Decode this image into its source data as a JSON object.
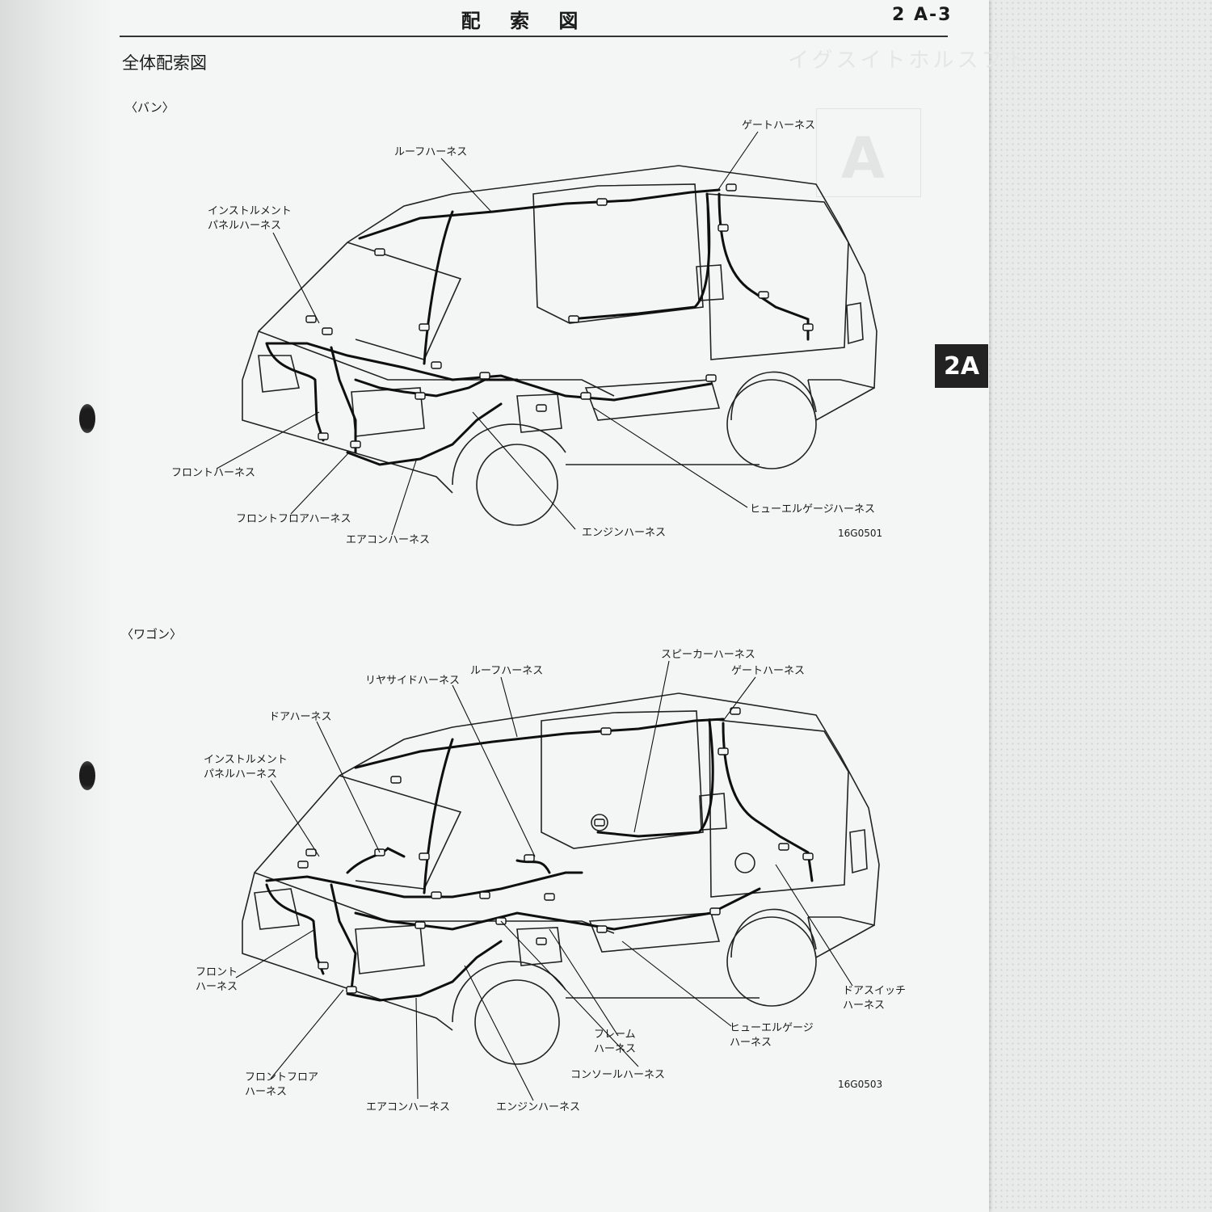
{
  "header": {
    "title": "配 索 図",
    "page_number": "2 A-3"
  },
  "section_title": "全体配索図",
  "tab_label": "2A",
  "ghost": {
    "title": "イグスイトホルスフト",
    "letter": "A"
  },
  "van": {
    "label": "〈バン〉",
    "figure_code": "16G0501",
    "callouts": {
      "gate": "ゲートハーネス",
      "roof": "ルーフハーネス",
      "instrument": "インストルメント\nパネルハーネス",
      "front": "フロントハーネス",
      "front_floor": "フロントフロアハーネス",
      "aircon": "エアコンハーネス",
      "engine": "エンジンハーネス",
      "fuel_gauge": "ヒューエルゲージハーネス"
    }
  },
  "wagon": {
    "label": "〈ワゴン〉",
    "figure_code": "16G0503",
    "callouts": {
      "speaker": "スピーカーハーネス",
      "gate": "ゲートハーネス",
      "rear_side": "リヤサイドハーネス",
      "roof": "ルーフハーネス",
      "door": "ドアハーネス",
      "instrument": "インストルメント\nパネルハーネス",
      "front": "フロント\nハーネス",
      "front_floor": "フロントフロア\nハーネス",
      "aircon": "エアコンハーネス",
      "engine": "エンジンハーネス",
      "console": "コンソールハーネス",
      "frame": "フレーム\nハーネス",
      "fuel_gauge": "ヒューエルゲージ\nハーネス",
      "door_switch": "ドアスイッチ\nハーネス"
    }
  }
}
